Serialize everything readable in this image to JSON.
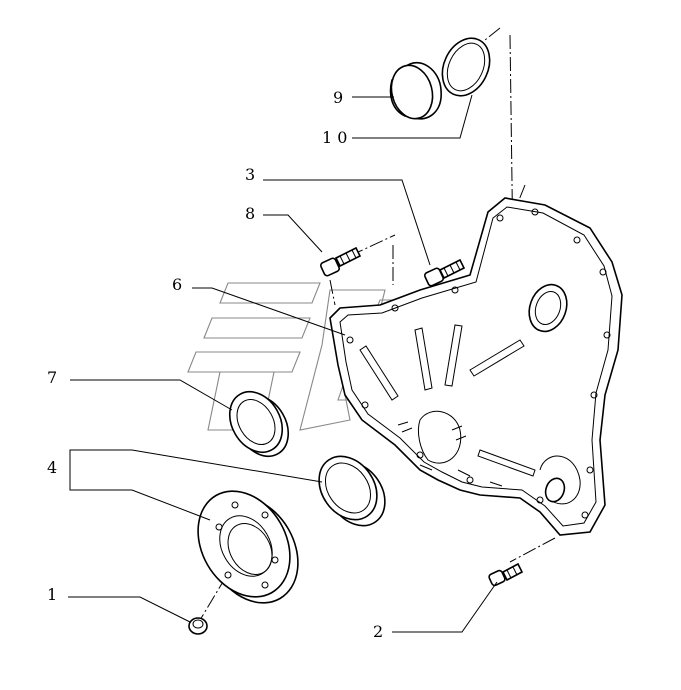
{
  "callouts": [
    {
      "id": "1",
      "text": "1"
    },
    {
      "id": "2",
      "text": "2"
    },
    {
      "id": "3",
      "text": "3"
    },
    {
      "id": "4",
      "text": "4"
    },
    {
      "id": "6",
      "text": "6"
    },
    {
      "id": "7",
      "text": "7"
    },
    {
      "id": "8",
      "text": "8"
    },
    {
      "id": "9",
      "text": "9"
    },
    {
      "id": "10",
      "text": "1 0"
    }
  ],
  "colors": {
    "line": "#000000",
    "watermark": "#888888",
    "background": "#ffffff"
  },
  "icons": [
    "bolt-icon",
    "seal-ring-icon",
    "plug-cap-icon",
    "flange-icon",
    "timing-cover-icon"
  ]
}
